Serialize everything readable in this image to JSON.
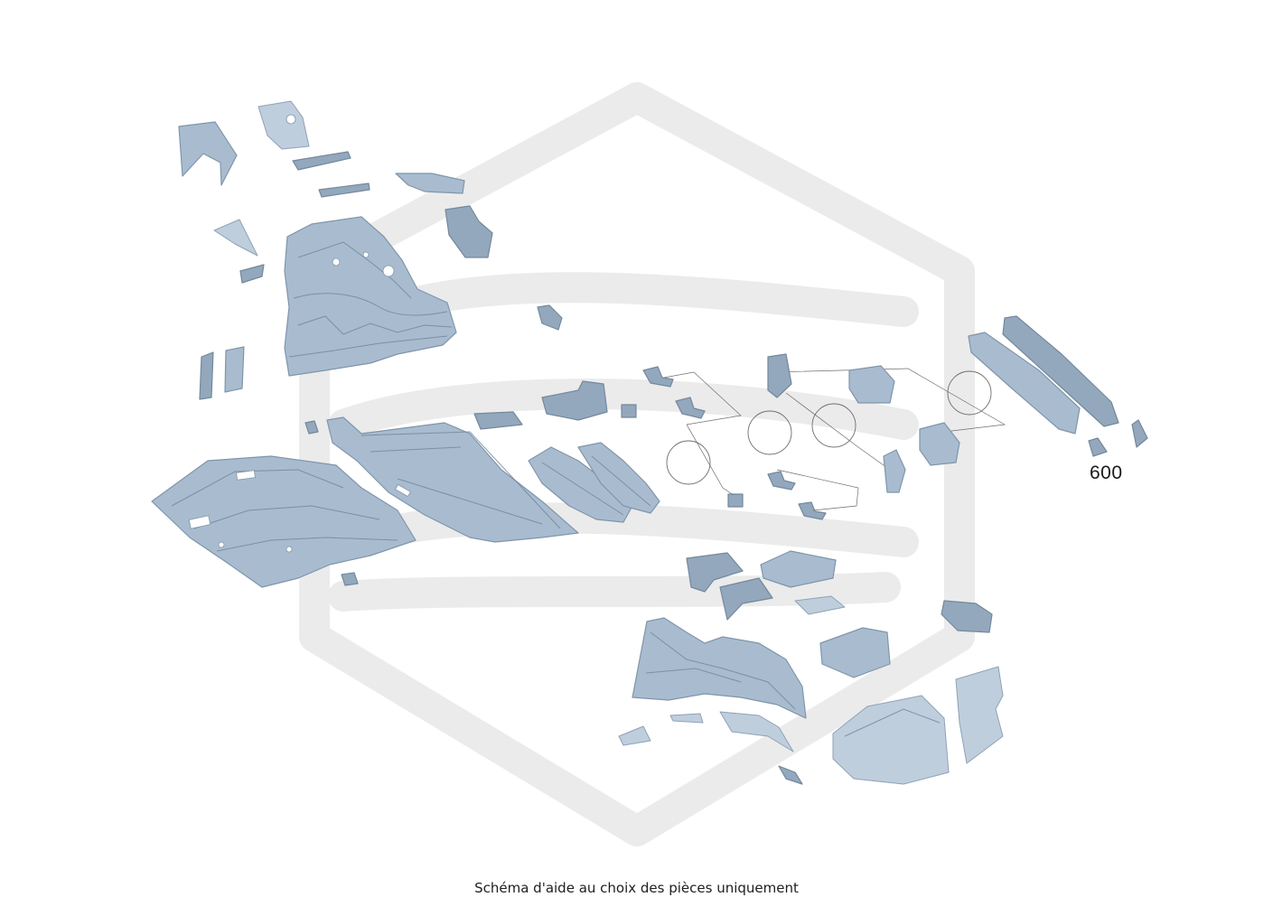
{
  "diagram": {
    "part_label": "600",
    "caption": "Schéma d'aide au choix des pièces uniquement",
    "colors": {
      "part_fill": "#a9bccf",
      "part_stroke": "#7f95ab",
      "watermark": "#ebebeb",
      "callout": "#6e6e6e"
    },
    "watermark_icon": "hexagon-logo-watermark"
  }
}
